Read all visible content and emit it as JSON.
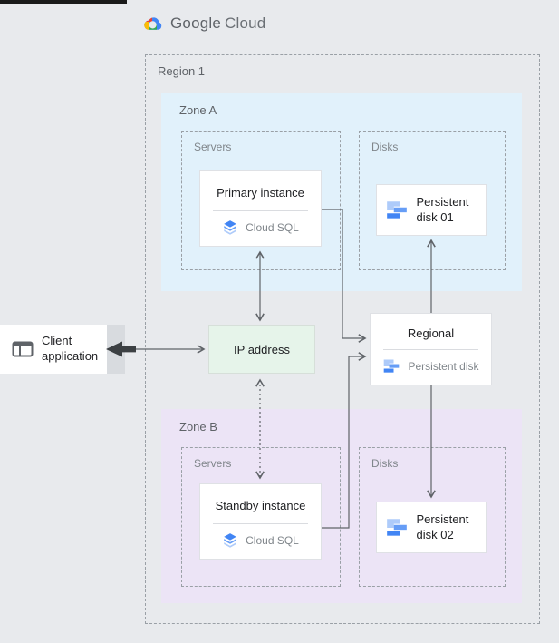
{
  "logo": {
    "google": "Google",
    "cloud": "Cloud"
  },
  "region": {
    "label": "Region 1"
  },
  "zones": {
    "a": {
      "label": "Zone A",
      "servers_label": "Servers",
      "disks_label": "Disks"
    },
    "b": {
      "label": "Zone B",
      "servers_label": "Servers",
      "disks_label": "Disks"
    }
  },
  "nodes": {
    "client": {
      "label": "Client application"
    },
    "ip": {
      "label": "IP address"
    },
    "primary": {
      "title": "Primary instance",
      "product": "Cloud SQL"
    },
    "standby": {
      "title": "Standby instance",
      "product": "Cloud SQL"
    },
    "disk01": {
      "label": "Persistent disk 01"
    },
    "disk02": {
      "label": "Persistent disk 02"
    },
    "regional": {
      "title": "Regional",
      "subtitle": "Persistent disk"
    }
  },
  "colors": {
    "page_bg": "#e8eaed",
    "zone_a_bg": "#e1f1fb",
    "zone_b_bg": "#ece4f6",
    "ip_bg": "#e6f4ea",
    "card_border": "#dadce0",
    "arrow": "#5f6368",
    "google_blue": "#4285f4",
    "google_mid_blue": "#669df6",
    "google_light_blue": "#aecbfa",
    "google_red": "#ea4335",
    "google_yellow": "#fbbc04",
    "google_green": "#34a853"
  },
  "connections": [
    {
      "from": "client-application",
      "to": "ip-address",
      "style": "solid",
      "arrows": "both"
    },
    {
      "from": "ip-address",
      "to": "primary-instance",
      "style": "solid",
      "arrows": "both"
    },
    {
      "from": "ip-address",
      "to": "standby-instance",
      "style": "dotted",
      "arrows": "both"
    },
    {
      "from": "primary-instance",
      "to": "regional-persistent-disk",
      "style": "solid",
      "arrows": "end"
    },
    {
      "from": "standby-instance",
      "to": "regional-persistent-disk",
      "style": "solid",
      "arrows": "end"
    },
    {
      "from": "regional-persistent-disk",
      "to": "persistent-disk-01",
      "style": "solid",
      "arrows": "end"
    },
    {
      "from": "regional-persistent-disk",
      "to": "persistent-disk-02",
      "style": "solid",
      "arrows": "end"
    }
  ]
}
